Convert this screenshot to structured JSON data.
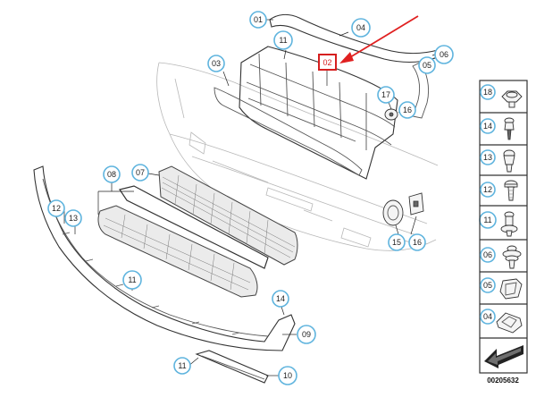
{
  "diagram": {
    "reference_number": "00205632",
    "highlighted_part": "02",
    "accent_color": "#5fb4de",
    "highlight_color": "#d61f1f",
    "callouts": [
      {
        "key": "c01",
        "label": "01"
      },
      {
        "key": "c02",
        "label": "02"
      },
      {
        "key": "c03",
        "label": "03"
      },
      {
        "key": "c04",
        "label": "04"
      },
      {
        "key": "c05",
        "label": "05"
      },
      {
        "key": "c06",
        "label": "06"
      },
      {
        "key": "c07",
        "label": "07"
      },
      {
        "key": "c08",
        "label": "08"
      },
      {
        "key": "c09",
        "label": "09"
      },
      {
        "key": "c10",
        "label": "10"
      },
      {
        "key": "c11a",
        "label": "11"
      },
      {
        "key": "c11b",
        "label": "11"
      },
      {
        "key": "c11c",
        "label": "11"
      },
      {
        "key": "c11d",
        "label": "11"
      },
      {
        "key": "c12",
        "label": "12"
      },
      {
        "key": "c13",
        "label": "13"
      },
      {
        "key": "c14",
        "label": "14"
      },
      {
        "key": "c15",
        "label": "15"
      },
      {
        "key": "c16",
        "label": "16"
      },
      {
        "key": "c17",
        "label": "17"
      },
      {
        "key": "c18",
        "label": "18"
      }
    ],
    "hardware_legend": [
      {
        "label": "18",
        "icon": "nut-icon"
      },
      {
        "label": "14",
        "icon": "push-rivet-icon"
      },
      {
        "label": "13",
        "icon": "expanding-rivet-icon"
      },
      {
        "label": "12",
        "icon": "screw-icon"
      },
      {
        "label": "11",
        "icon": "clip-icon"
      },
      {
        "label": "06",
        "icon": "screw-washer-icon"
      },
      {
        "label": "05",
        "icon": "spring-clip-icon"
      },
      {
        "label": "04",
        "icon": "clamp-icon"
      },
      {
        "label": "",
        "icon": "bulk-pack-arrow-icon"
      }
    ]
  }
}
